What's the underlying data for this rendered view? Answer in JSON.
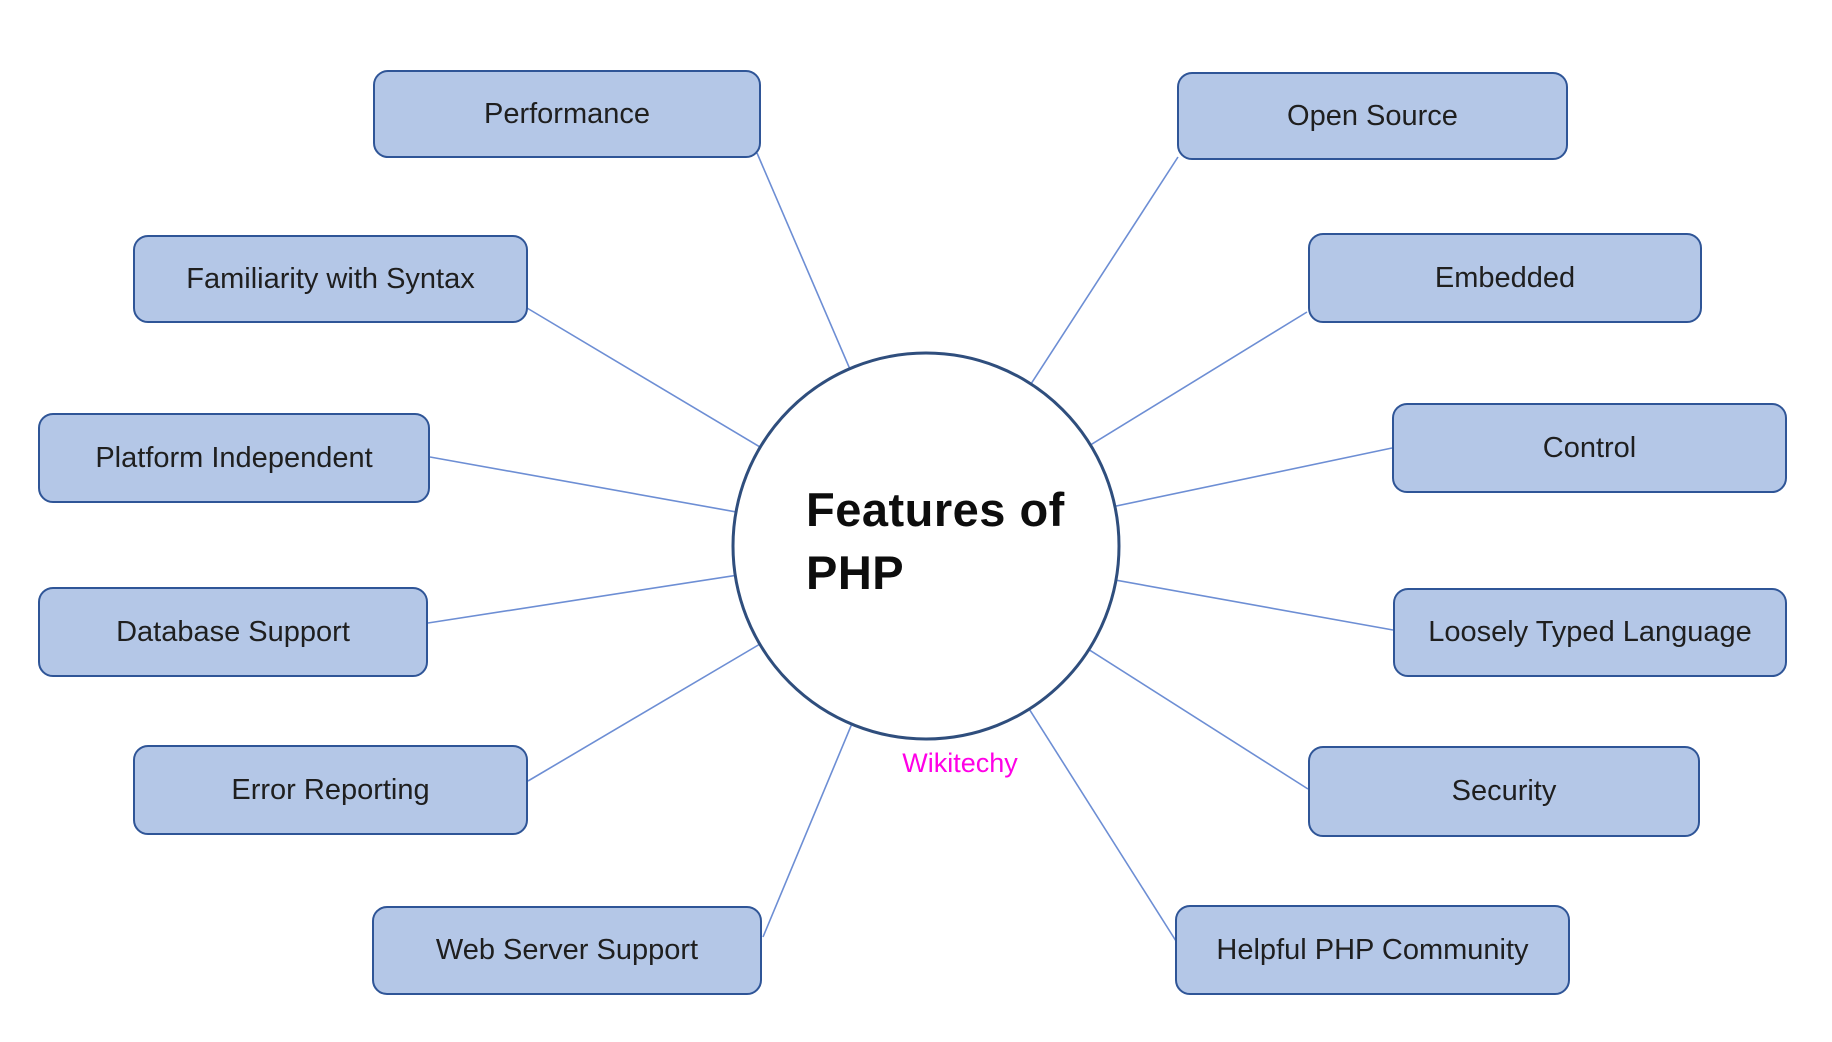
{
  "diagram": {
    "center": {
      "title_line1": "Features of",
      "title_line2": "PHP"
    },
    "watermark": {
      "text": "Wikitechy",
      "color": "#ff00e6"
    },
    "colors": {
      "node_fill": "#b4c7e7",
      "node_border": "#2f5597",
      "circle_border": "#2f4e7d",
      "connector_line": "#6d8ed4",
      "label_text": "#1f1f1f"
    },
    "nodes": [
      {
        "label": "Performance",
        "side": "left"
      },
      {
        "label": "Familiarity with Syntax",
        "side": "left"
      },
      {
        "label": "Platform Independent",
        "side": "left"
      },
      {
        "label": "Database Support",
        "side": "left"
      },
      {
        "label": "Error Reporting",
        "side": "left"
      },
      {
        "label": "Web Server Support",
        "side": "left"
      },
      {
        "label": "Open Source",
        "side": "right"
      },
      {
        "label": "Embedded",
        "side": "right"
      },
      {
        "label": "Control",
        "side": "right"
      },
      {
        "label": "Loosely Typed Language",
        "side": "right"
      },
      {
        "label": "Security",
        "side": "right"
      },
      {
        "label": "Helpful PHP Community",
        "side": "right"
      }
    ]
  }
}
